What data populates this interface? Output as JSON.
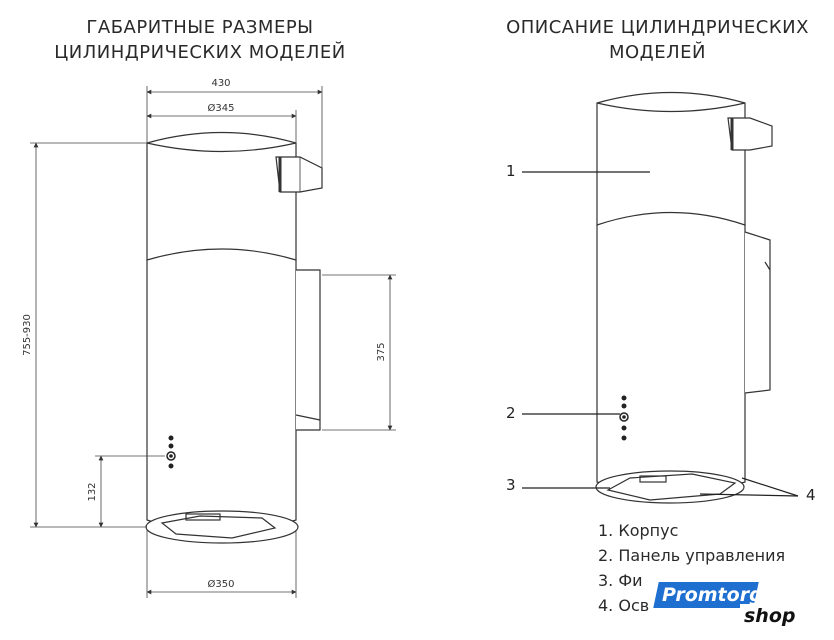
{
  "left_heading": {
    "line1": "ГАБАРИТНЫЕ РАЗМЕРЫ",
    "line2": "ЦИЛИНДРИЧЕСКИХ МОДЕЛЕЙ"
  },
  "right_heading": {
    "line1": "ОПИСАНИЕ ЦИЛИНДРИЧЕСКИХ",
    "line2": "МОДЕЛЕЙ"
  },
  "dimensions": {
    "overall_width": "430",
    "top_diameter": "Ø345",
    "bottom_diameter": "Ø350",
    "height": "755-930",
    "bracket_height": "375",
    "panel_height": "132"
  },
  "callouts": [
    "1",
    "2",
    "3",
    "4"
  ],
  "legend": [
    "1. Корпус",
    "2. Панель управления",
    "3. Фи",
    "4. Осв"
  ],
  "watermark": {
    "line1": "Promtorg",
    "line2": "shop",
    "color": "#1e6fd0"
  }
}
